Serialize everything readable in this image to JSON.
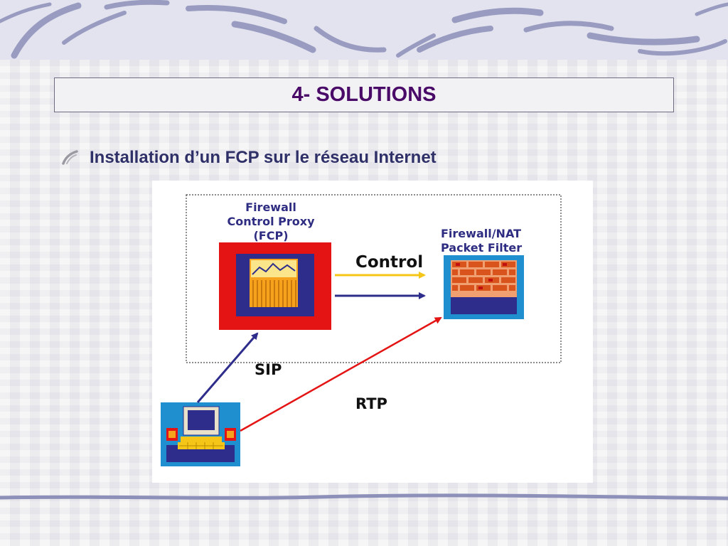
{
  "slide": {
    "title": "4- SOLUTIONS",
    "bullet": "Installation d’un FCP sur le réseau Internet"
  },
  "diagram": {
    "fcp_label": "Firewall\nControl Proxy\n(FCP)",
    "nat_label": "Firewall/NAT\nPacket Filter",
    "control_label": "Control",
    "sip_label": "SIP",
    "rtp_label": "RTP"
  },
  "icons": [
    "swirl-decoration",
    "bullet-swoosh-icon",
    "proxy-firewall-icon",
    "brick-firewall-icon",
    "workstation-icon"
  ],
  "colors": {
    "title": "#4a0a68",
    "bullet_text": "#2f3068",
    "fcp_frame": "#e41414",
    "navy": "#2e2d8c",
    "control_arrow": "#f5c518",
    "rtp_arrow": "#e41414",
    "icon_bg": "#1f8fd0",
    "brick": "#d8541c"
  }
}
